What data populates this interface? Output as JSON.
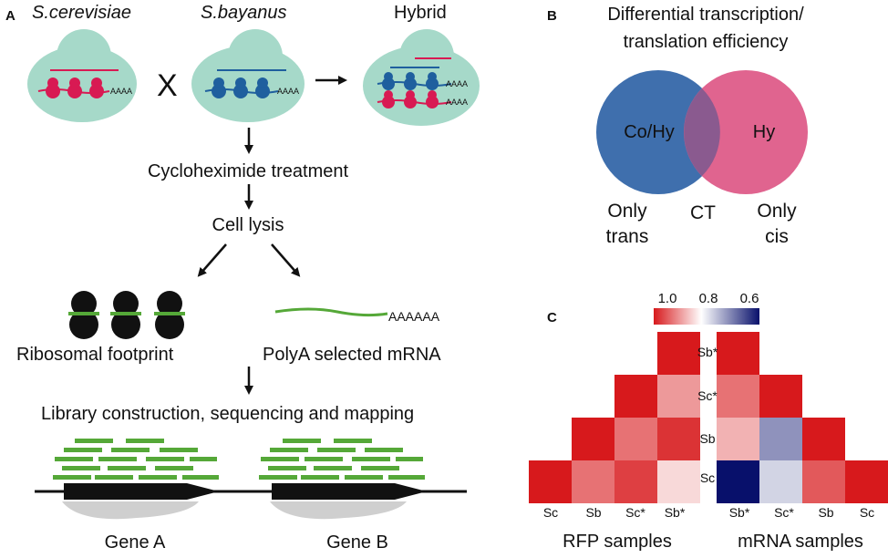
{
  "panel_a": {
    "label": "A",
    "strain1": "S.cerevisiae",
    "strain2": "S.bayanus",
    "hybrid": "Hybrid",
    "cross_symbol": "X",
    "polya_tail": "AAAA",
    "step1": "Cycloheximide treatment",
    "step2": "Cell lysis",
    "ribosomal": "Ribosomal footprint",
    "polya_mrna": "PolyA selected mRNA",
    "polya_long_tail": "AAAAAA",
    "library": "Library construction, sequencing and mapping",
    "gene_a": "Gene A",
    "gene_b": "Gene B",
    "colors": {
      "cell": "#a6d9c9",
      "red": "#d81a53",
      "blue": "#1f5f9e",
      "green": "#55a838"
    }
  },
  "panel_b": {
    "label": "B",
    "title_line1": "Differential transcription/",
    "title_line2": "translation efficiency",
    "left_circle": "Co/Hy",
    "right_circle": "Hy",
    "left_below_1": "Only",
    "left_below_2": "trans",
    "middle_below": "CT",
    "right_below_1": "Only",
    "right_below_2": "cis",
    "colors": {
      "left": "#3f6fad",
      "right": "#e0648f",
      "overlap": "#8a5a8f"
    }
  },
  "panel_c": {
    "label": "C",
    "scale_labels": [
      "1.0",
      "0.8",
      "0.6"
    ],
    "row_labels": [
      "Sb*",
      "Sc*",
      "Sb",
      "Sc"
    ],
    "rfp_col_labels": [
      "Sc",
      "Sb",
      "Sc*",
      "Sb*"
    ],
    "mrna_col_labels": [
      "Sb*",
      "Sc*",
      "Sb",
      "Sc"
    ],
    "rfp_title": "RFP samples",
    "mrna_title": "mRNA samples"
  },
  "chart_data": [
    {
      "type": "heatmap",
      "title": "",
      "name_note": "RFP samples",
      "rows": [
        "Sb*",
        "Sc*",
        "Sb",
        "Sc"
      ],
      "cols": [
        "Sc",
        "Sb",
        "Sc*",
        "Sb*"
      ],
      "color_scale": {
        "min": 0.6,
        "max": 1.0,
        "labels": [
          "1.0",
          "0.8",
          "0.6"
        ]
      },
      "values": [
        [
          null,
          null,
          null,
          1.0
        ],
        [
          null,
          null,
          1.0,
          0.9
        ],
        [
          null,
          1.0,
          0.93,
          0.98
        ],
        [
          1.0,
          0.93,
          0.97,
          0.85
        ]
      ]
    },
    {
      "type": "heatmap",
      "title": "",
      "name_note": "mRNA samples",
      "rows": [
        "Sb*",
        "Sc*",
        "Sb",
        "Sc"
      ],
      "cols": [
        "Sb*",
        "Sc*",
        "Sb",
        "Sc"
      ],
      "color_scale": {
        "min": 0.6,
        "max": 1.0,
        "labels": [
          "1.0",
          "0.8",
          "0.6"
        ]
      },
      "values": [
        [
          1.0,
          null,
          null,
          null
        ],
        [
          0.93,
          1.0,
          null,
          null
        ],
        [
          0.88,
          0.72,
          1.0,
          null
        ],
        [
          0.6,
          0.78,
          0.95,
          1.0
        ]
      ]
    }
  ]
}
